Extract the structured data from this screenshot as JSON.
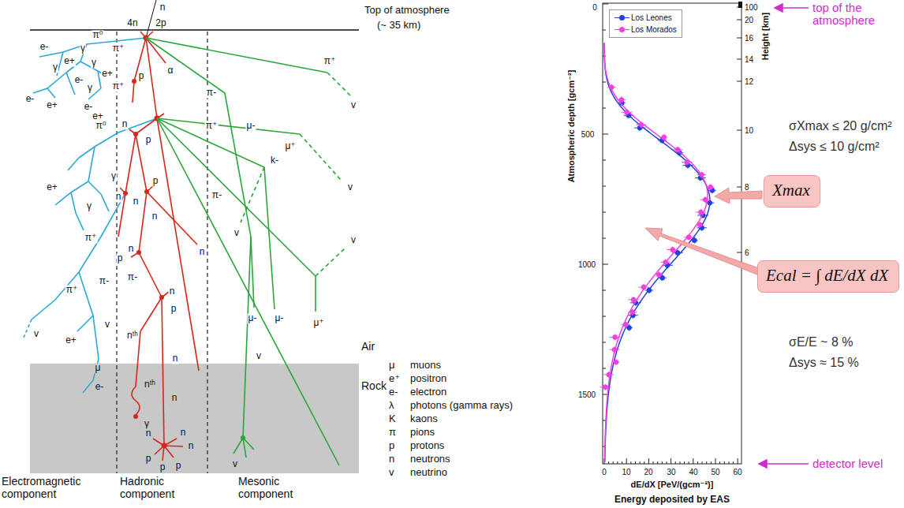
{
  "diagram": {
    "nodes": [
      {
        "text": [
          "Xmax"
        ]
      },
      {
        "text": [
          "Ecal = ∫ dE/dX dX"
        ]
      }
    ],
    "labels": [
      "n",
      "Top of atmosphere",
      "(~ 35 km)",
      "4n",
      "2p",
      "π⁰",
      "γ",
      "e-",
      "e+",
      "γ",
      "γ",
      "e+",
      "e-",
      "γ",
      "e-",
      "e+",
      "e-",
      "e+",
      "π⁺",
      "p",
      "α",
      "π⁺",
      "n",
      "p",
      "π⁰",
      "π⁺",
      "π-",
      "π⁺",
      "μ-",
      "μ⁺",
      "v",
      "k-",
      "v",
      "π-",
      "γ",
      "e+",
      "γ",
      "π⁺",
      "n",
      "n",
      "p",
      "n",
      "n",
      "π-",
      "p",
      "n",
      "n",
      "p",
      "nᵗʰ",
      "n",
      "π-",
      "π⁺",
      "v",
      "v",
      "e+",
      "μ",
      "e-",
      "v",
      "μ-",
      "μ-",
      "μ⁺",
      "v",
      "v",
      "nᵗʰ",
      "n",
      "γ",
      "n",
      "n",
      "p",
      "p",
      "n",
      "p",
      "v",
      "Air",
      "Rock",
      "μ",
      "muons",
      "e⁺",
      "positron",
      "e-",
      "electron",
      "λ",
      "photons (gamma rays)",
      "K",
      "kaons",
      "π",
      "pions",
      "p",
      "protons",
      "n",
      "neutrons",
      "v",
      "neutrino",
      "Electromagnetic component",
      "Hadronic component",
      "Mesonic component",
      "Atmospheric depth [gcm⁻²]",
      "0",
      "500",
      "1000",
      "1500",
      "Height [km]",
      "100",
      "20",
      "16",
      "14",
      "12",
      "10",
      "8",
      "6",
      "0",
      "10",
      "20",
      "30",
      "40",
      "50",
      "60",
      "dE/dX [PeV/(gcm⁻²)]",
      "Energy deposited by EAS",
      "top of the atmosphere",
      "detector level",
      "σXmax ≤ 20 g/cm²",
      "Δsys ≤ 10 g/cm²",
      "σE/E ~ 8 %",
      "Δsys ≈ 15 %"
    ],
    "legend": [
      {
        "text": "Los Leones",
        "color": "#2040e0"
      },
      {
        "text": "Los Morados",
        "color": "#f040e0"
      }
    ]
  }
}
